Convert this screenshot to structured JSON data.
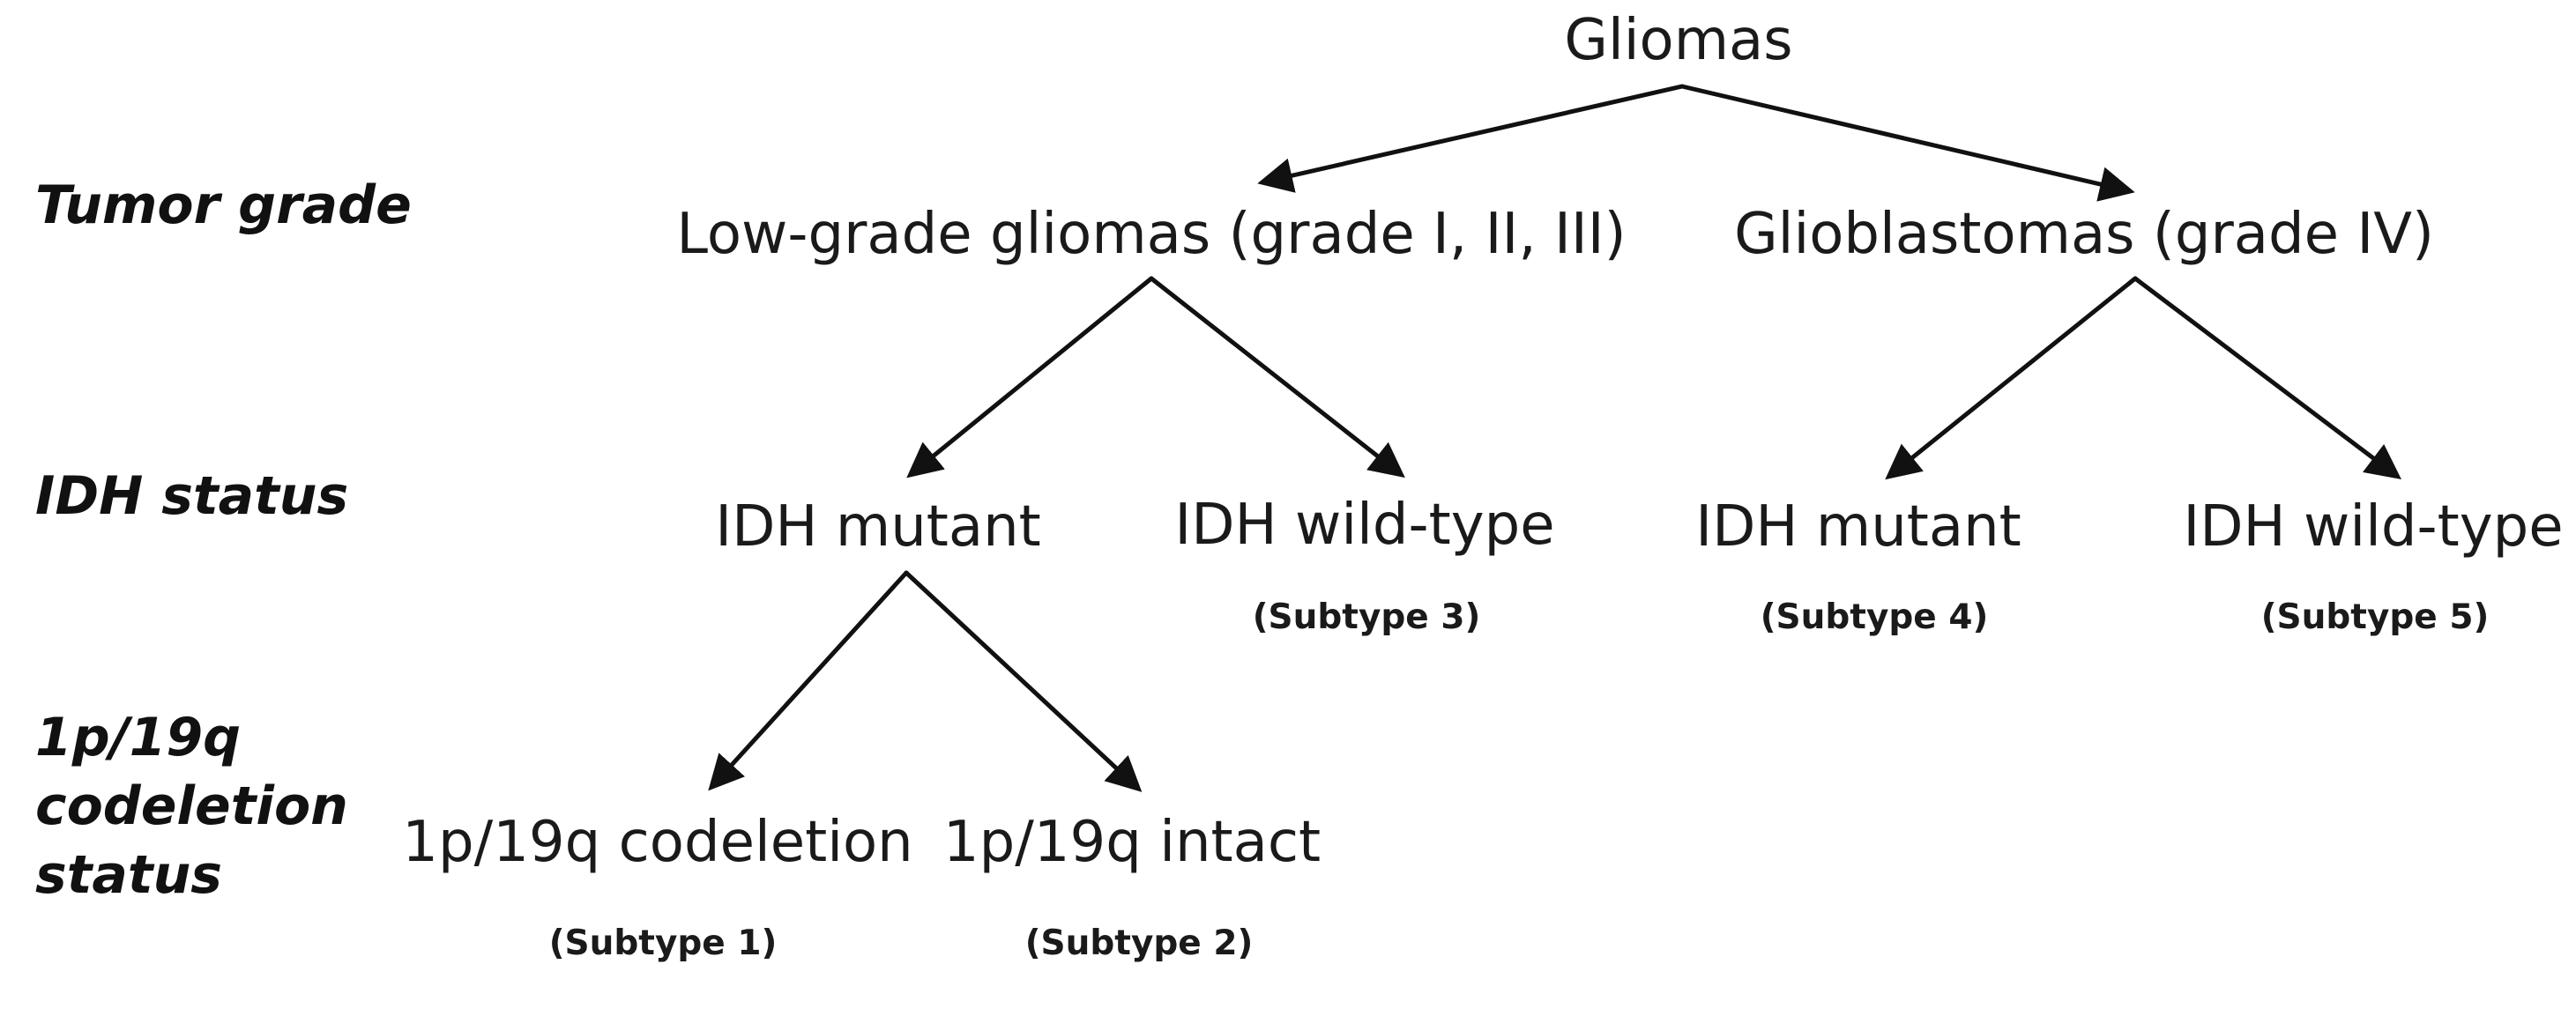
{
  "row_labels": {
    "tumor_grade": "Tumor grade",
    "idh_status": "IDH status",
    "codeletion_status": [
      "1p/19q",
      "codeletion",
      "status"
    ]
  },
  "nodes": {
    "gliomas": "Gliomas",
    "low_grade": "Low-grade gliomas (grade I, II, III)",
    "glioblastomas": "Glioblastomas (grade IV)",
    "lgg_idh_mutant": "IDH mutant",
    "lgg_idh_wildtype": "IDH wild-type",
    "gbm_idh_mutant": "IDH mutant",
    "gbm_idh_wildtype": "IDH wild-type",
    "codeletion": "1p/19q codeletion",
    "intact": "1p/19q intact"
  },
  "subtypes": {
    "s1": "(Subtype 1)",
    "s2": "(Subtype 2)",
    "s3": "(Subtype 3)",
    "s4": "(Subtype 4)",
    "s5": "(Subtype 5)"
  },
  "colors": {
    "edge": "#111111",
    "text": "#1a1a1a",
    "background": "#ffffff"
  }
}
